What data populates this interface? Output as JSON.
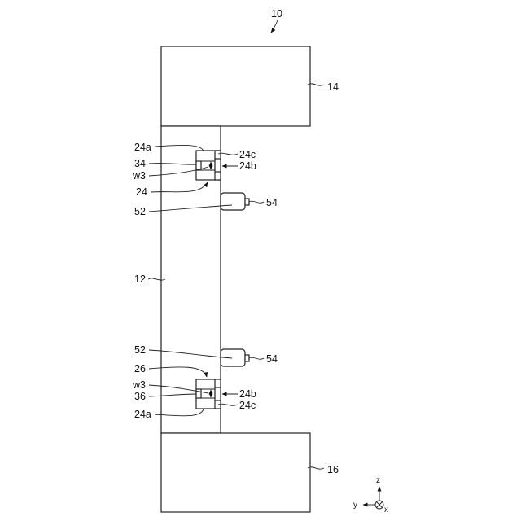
{
  "labels": {
    "assembly": "10",
    "upper_block": "14",
    "column": "12",
    "lower_block": "16",
    "upper_unit": {
      "a": "24a",
      "c": "24c",
      "b": "24b",
      "sensor": "34",
      "gap": "w3",
      "unit": "24"
    },
    "upper_pin_base": "52",
    "upper_pin_tip": "54",
    "lower_pin_base": "52",
    "lower_pin_tip": "54",
    "lower_unit": {
      "unit": "26",
      "gap": "w3",
      "sensor": "36",
      "b": "24b",
      "c": "24c",
      "a": "24a"
    }
  },
  "axes": {
    "z": "z",
    "y": "y",
    "x": "x"
  }
}
